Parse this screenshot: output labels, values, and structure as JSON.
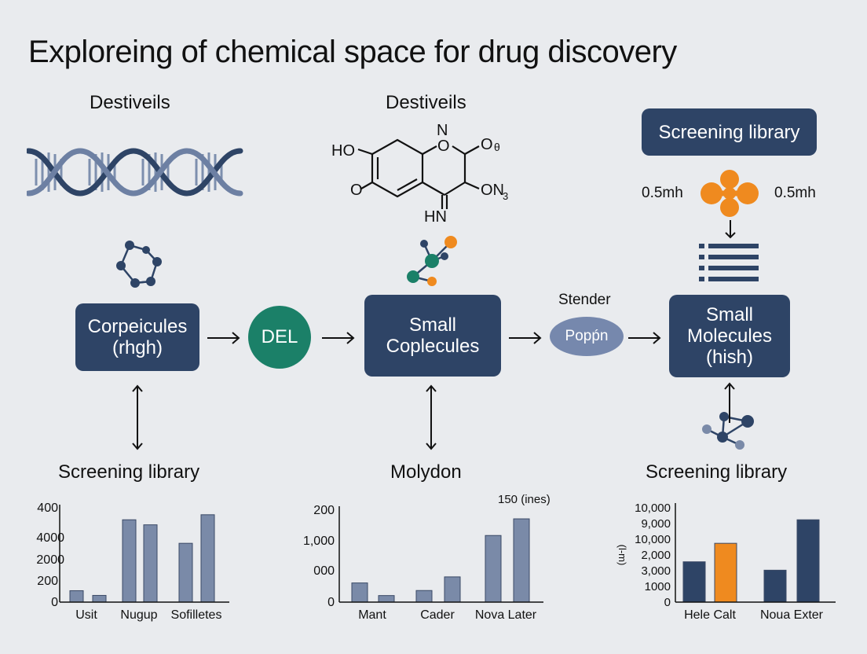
{
  "title": "Exploreing of chemical space for drug discovery",
  "labels": {
    "top_left": "Destiveils",
    "top_center": "Destiveils",
    "stender": "Stender",
    "left_mass": "0.5mh",
    "right_mass": "0.5mh",
    "bottom_left": "Screening library",
    "bottom_center": "Molydon",
    "bottom_right": "Screening library"
  },
  "molecule": {
    "ho": "HO",
    "o_left": "O",
    "n_top": "N",
    "o_ring": "O",
    "o_right": "O",
    "theta": "θ",
    "on3": "ON",
    "sub3": "3",
    "hn": "HN"
  },
  "nodes": {
    "screening_top": "Screening library",
    "corpeicules_l1": "Corpeicules",
    "corpeicules_l2": "(rhgh)",
    "del": "DEL",
    "small_copl_l1": "Small",
    "small_copl_l2": "Coplecules",
    "popfn": "Popṕn",
    "small_mol_l1": "Small",
    "small_mol_l2": "Molecules",
    "small_mol_l3": "(hish)"
  },
  "colors": {
    "navy": "#2e4466",
    "teal": "#1b8068",
    "orange": "#ef8a1f",
    "bar_slate": "#7a8aa8",
    "pill": "#7688ad",
    "background": "#e9ebee"
  },
  "chart_data": [
    {
      "type": "bar",
      "categories": [
        "Usit",
        "",
        "Nugup",
        "",
        "Sofilletes",
        ""
      ],
      "tick_labels": [
        "400",
        "4000",
        "2000",
        "200",
        "0"
      ],
      "values": [
        680,
        400,
        4900,
        4600,
        3500,
        5200
      ],
      "ylim": [
        0,
        5800
      ]
    },
    {
      "type": "bar",
      "categories": [
        "Mant",
        "",
        "Cader",
        "",
        "Nova Later",
        ""
      ],
      "tick_labels": [
        "200",
        "1,000",
        "000",
        "0"
      ],
      "annotation": "150 (ines)",
      "values": [
        380,
        130,
        230,
        500,
        1320,
        1650
      ],
      "ylim": [
        0,
        1900
      ]
    },
    {
      "type": "bar",
      "categories": [
        "Hele Calt",
        "",
        "Noua Exter",
        ""
      ],
      "tick_labels": [
        "10,000",
        "9,000",
        "10,000",
        "2,000",
        "3,000",
        "1000",
        "0"
      ],
      "ylabel": "(l-m)",
      "series": [
        {
          "values": [
            2400,
            0,
            1900,
            0
          ]
        },
        {
          "values": [
            0,
            3500,
            0,
            4900
          ]
        }
      ],
      "values": [
        2400,
        3500,
        1900,
        4900
      ],
      "bar_colors": [
        "#2e4466",
        "#ef8a1f",
        "#2e4466",
        "#2e4466"
      ],
      "ylim": [
        0,
        5800
      ]
    }
  ]
}
